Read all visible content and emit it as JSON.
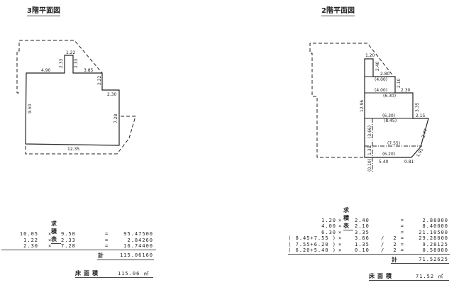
{
  "left": {
    "title": "3階平面図",
    "dims": [
      "1.22",
      "2.33",
      "2.33",
      "4.90",
      "3.85",
      "2.22",
      "2.30",
      "9.50",
      "7.28",
      "12.35"
    ],
    "table": {
      "header": "求 積 表",
      "rows": [
        {
          "a": "10.05",
          "op": "×",
          "b": "9.50",
          "eq": "=",
          "r": "95.47500"
        },
        {
          "a": "1.22",
          "op": "×",
          "b": "2.33",
          "eq": "=",
          "r": "2.84260"
        },
        {
          "a": "2.30",
          "op": "×",
          "b": "7.28",
          "eq": "=",
          "r": "16.74400"
        }
      ],
      "total_label": "計",
      "total": "115.06160",
      "floor_area_label": "床面積",
      "floor_area": "115.06 ㎡"
    }
  },
  "right": {
    "title": "2階平面図",
    "dims": [
      "1.20",
      "2.40",
      "2.80",
      "2.10",
      "(4.00)",
      "(4.00)",
      "2.30",
      "(6.30)",
      "3.35",
      "12.96",
      "(6.30)",
      "2.15",
      "(8.45)",
      "(3.66)",
      "3.77",
      "(7.55)",
      "1.35",
      "(6.20)",
      "1.91",
      "5.40",
      "0.81",
      "(0.10)"
    ],
    "table": {
      "header": "求 積 表",
      "rows": [
        {
          "a": "1.20",
          "op": "×",
          "b": "2.40",
          "d": "",
          "eq": "=",
          "r": "2.88000"
        },
        {
          "a": "4.00",
          "op": "×",
          "b": "2.10",
          "d": "",
          "eq": "=",
          "r": "8.40000"
        },
        {
          "a": "6.30",
          "op": "×",
          "b": "3.35",
          "d": "",
          "eq": "=",
          "r": "21.10500"
        },
        {
          "a": "( 8.45+7.55 )",
          "op": "×",
          "b": "3.66",
          "d": "/",
          "eq": "2 =",
          "r": "29.28000"
        },
        {
          "a": "( 7.55+6.20 )",
          "op": "×",
          "b": "1.35",
          "d": "/",
          "eq": "2 =",
          "r": "9.28125"
        },
        {
          "a": "( 6.20+5.40 )",
          "op": "×",
          "b": "0.10",
          "d": "/",
          "eq": "2 =",
          "r": "0.58000"
        }
      ],
      "total_label": "計",
      "total": "71.52625",
      "floor_area_label": "床面積",
      "floor_area": "71.52 ㎡"
    }
  }
}
